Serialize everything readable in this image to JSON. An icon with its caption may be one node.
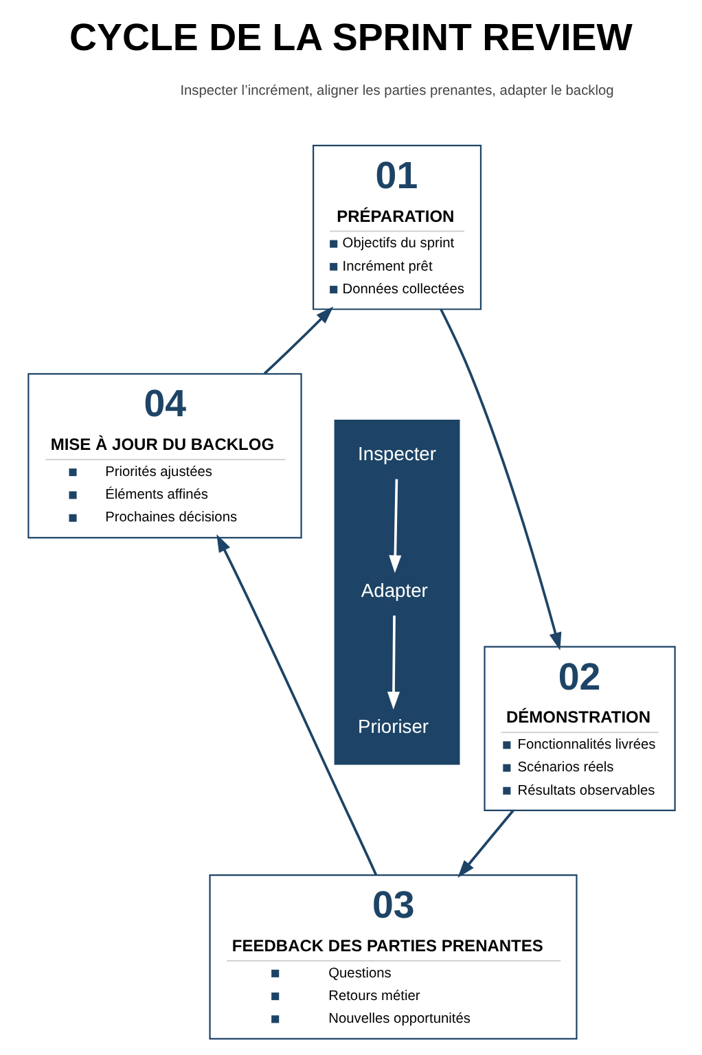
{
  "diagram": {
    "title": "CYCLE DE LA SPRINT REVIEW",
    "nodes": [
      {
        "text": [
          "01",
          "PRÉPARATION",
          "Objectifs du sprint",
          "Incrément prêt",
          "Données collectées"
        ]
      },
      {
        "text": [
          "02",
          "DÉMONSTRATION",
          "Fonctionnalités livrées",
          "Scénarios réels",
          "Résultats observables"
        ]
      },
      {
        "text": [
          "03",
          "FEEDBACK DES PARTIES PRENANTES",
          "Questions",
          "Retours métier",
          "Nouvelles opportunités"
        ]
      },
      {
        "text": [
          "04",
          "MISE À JOUR DU BACKLOG",
          "Priorités ajustées",
          "Éléments affinés",
          "Prochaines décisions"
        ]
      },
      {
        "text": [],
        "shape": "box"
      },
      {
        "text": [
          "Inspecter"
        ],
        "in": 4
      },
      {
        "text": [
          "Adapter"
        ],
        "in": 4
      },
      {
        "text": [
          "Prioriser"
        ],
        "in": 4
      }
    ],
    "edges": [
      {
        "from": 0,
        "to": 1,
        "arrow": "to"
      },
      {
        "from": 1,
        "to": 2,
        "arrow": "to"
      },
      {
        "from": 2,
        "to": 3,
        "arrow": "to"
      },
      {
        "from": 3,
        "to": 0,
        "arrow": "to"
      },
      {
        "from": 5,
        "to": 6,
        "arrow": "to",
        "color": "#ffffff"
      },
      {
        "from": 6,
        "to": 7,
        "arrow": "to",
        "color": "#ffffff"
      }
    ],
    "labels": [
      "Inspecter l’incrément, aligner les parties prenantes, adapter le backlog"
    ]
  }
}
